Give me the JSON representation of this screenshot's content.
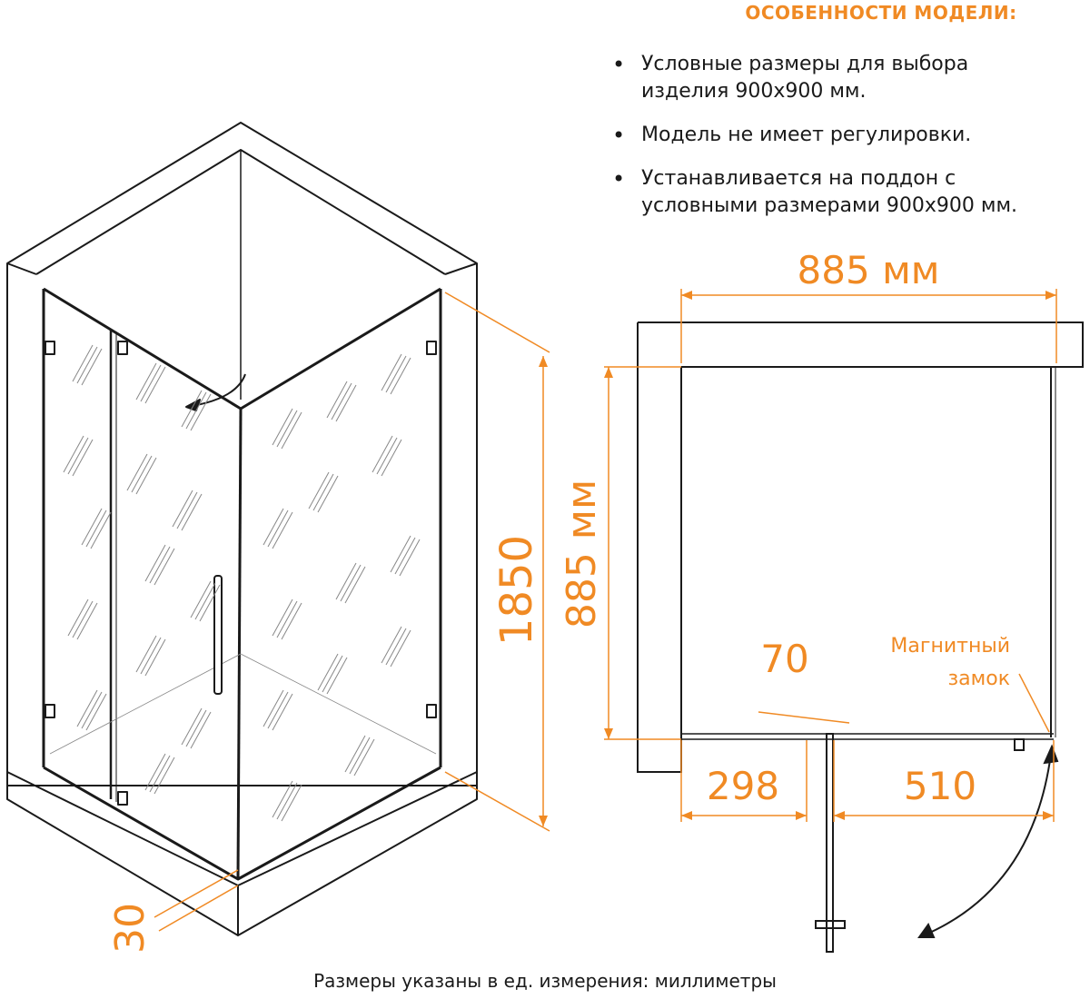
{
  "features": {
    "title": "ОСОБЕННОСТИ МОДЕЛИ:",
    "items": [
      {
        "line1": "Условные размеры для выбора",
        "line2": "изделия 900х900 мм."
      },
      {
        "line1": "Модель не имеет регулировки.",
        "line2": ""
      },
      {
        "line1": "Устанавливается на поддон с",
        "line2": "условными размерами 900х900 мм."
      }
    ]
  },
  "perspective": {
    "height_label": "1850",
    "tray_label": "30"
  },
  "plan": {
    "width_label": "885 мм",
    "depth_label": "885 мм",
    "door_label": "70",
    "left_label": "298",
    "right_label": "510",
    "lock_line1": "Магнитный",
    "lock_line2": "замок"
  },
  "footer": "Размеры указаны в ед. измерения: миллиметры",
  "colors": {
    "accent": "#f08a24",
    "line": "#1a1a1a"
  }
}
